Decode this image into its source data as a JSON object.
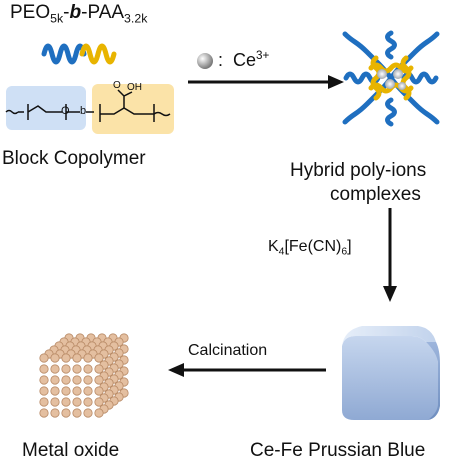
{
  "copolymer": {
    "title_a": "PEO",
    "title_a_sub": "5k",
    "title_sep1": "-",
    "title_b": "b",
    "title_sep2": "-",
    "title_c": "PAA",
    "title_c_sub": "3.2k",
    "chain_o": "O",
    "chain_b": "b",
    "acid_o": "O",
    "acid_oh": "OH",
    "label": "Block Copolymer"
  },
  "step1": {
    "ion_symbol": "Ce",
    "ion_charge": "3+",
    "colon": ":"
  },
  "complex": {
    "label_line1": "Hybrid poly-ions",
    "label_line2": "complexes"
  },
  "step2": {
    "r1": "K",
    "r1_sub": "4",
    "r2": "[Fe(CN)",
    "r2_sub": "6",
    "r3": "]"
  },
  "prussian": {
    "label": "Ce-Fe Prussian Blue"
  },
  "step3": {
    "label": "Calcination"
  },
  "oxide": {
    "label": "Metal oxide"
  },
  "colors": {
    "peo_blue": "#1f6fc0",
    "paa_yellow": "#e8b400",
    "peo_box": "#cfe0f5",
    "paa_box": "#fbe3a8",
    "cube": "#a9c2e6",
    "lattice": "#e4bfa0"
  }
}
